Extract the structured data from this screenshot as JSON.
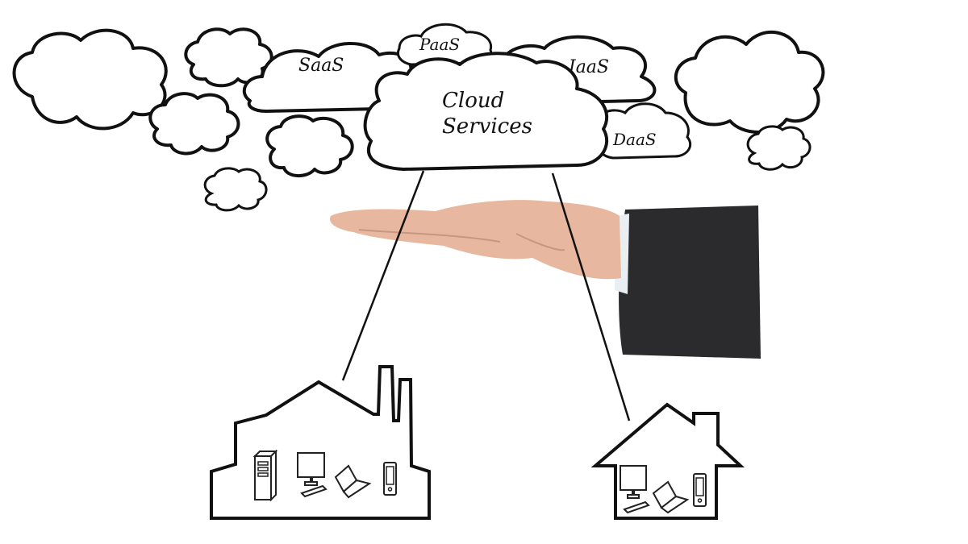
{
  "diagram": {
    "central_cloud": {
      "line1": "Cloud",
      "line2": "Services"
    },
    "service_clouds": [
      {
        "label": "SaaS"
      },
      {
        "label": "PaaS"
      },
      {
        "label": "IaaS"
      },
      {
        "label": "DaaS"
      }
    ],
    "decorative_clouds": 7,
    "hand": "open-palm-hand-in-suit-sleeve",
    "buildings": [
      {
        "type": "factory",
        "devices": [
          "server-tower",
          "desktop-monitor",
          "laptop",
          "smartphone"
        ]
      },
      {
        "type": "house",
        "devices": [
          "desktop-monitor",
          "laptop",
          "smartphone"
        ]
      }
    ],
    "colors": {
      "ink": "#111111",
      "background": "#ffffff",
      "sleeve": "#2b2b2e",
      "skin": "#e7b89f",
      "cuff": "#e8eef2"
    }
  }
}
